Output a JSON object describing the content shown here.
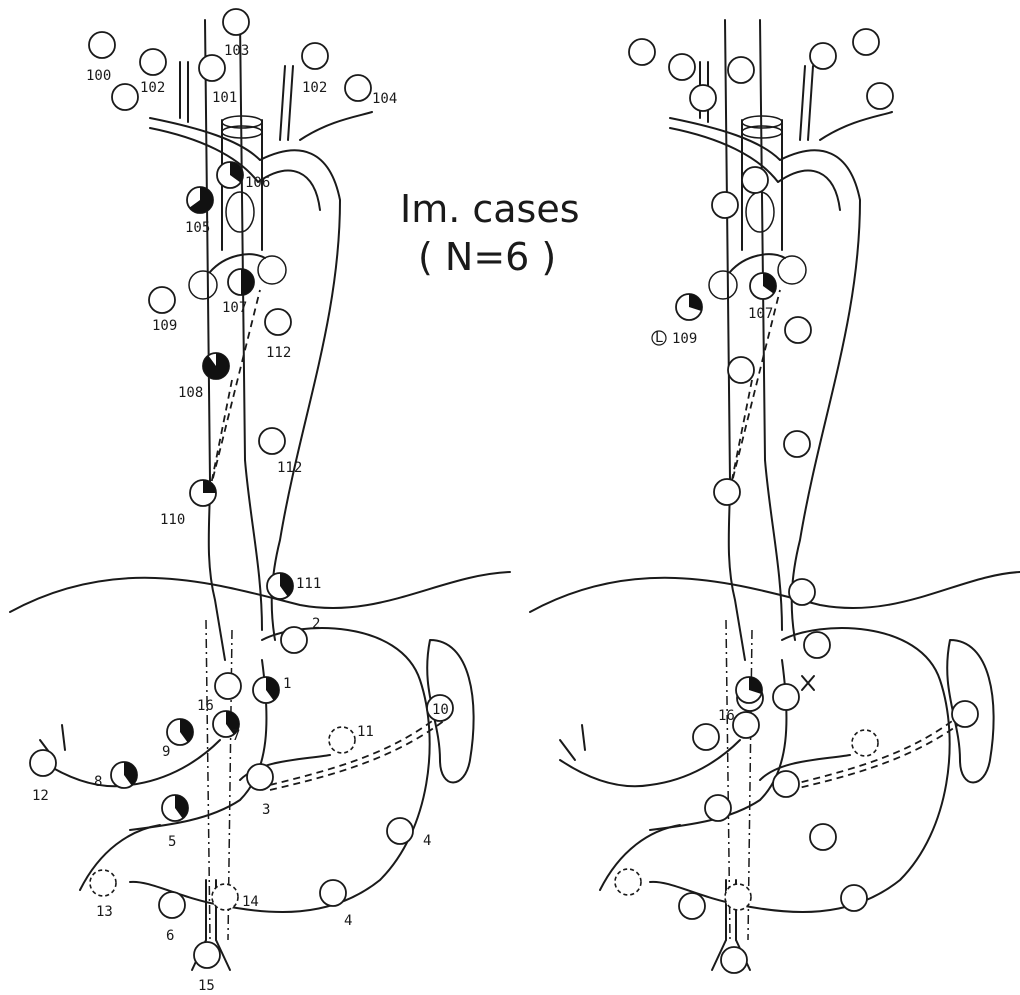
{
  "title_line1": "Im. cases",
  "title_line2": "( N=6 )",
  "left_diagram": {
    "nodes": [
      {
        "id": "100a",
        "label": "100",
        "metastasis": 0
      },
      {
        "id": "100b",
        "label": "100",
        "metastasis": 0
      },
      {
        "id": "102a",
        "label": "102",
        "metastasis": 0
      },
      {
        "id": "102b",
        "label": "102",
        "metastasis": 0
      },
      {
        "id": "103",
        "label": "103",
        "metastasis": 0
      },
      {
        "id": "101",
        "label": "101",
        "metastasis": 0
      },
      {
        "id": "104",
        "label": "104",
        "metastasis": 0
      },
      {
        "id": "106",
        "label": "106",
        "metastasis": 0.35
      },
      {
        "id": "105",
        "label": "105",
        "metastasis": 0.65
      },
      {
        "id": "107",
        "label": "107",
        "metastasis": 0.5
      },
      {
        "id": "109",
        "label": "109",
        "metastasis": 0
      },
      {
        "id": "112a",
        "label": "112",
        "metastasis": 0
      },
      {
        "id": "108",
        "label": "108",
        "metastasis": 0.9
      },
      {
        "id": "112b",
        "label": "112",
        "metastasis": 0
      },
      {
        "id": "110",
        "label": "110",
        "metastasis": 0.25
      },
      {
        "id": "111",
        "label": "111",
        "metastasis": 0.4
      },
      {
        "id": "2",
        "label": "2",
        "metastasis": 0
      },
      {
        "id": "1",
        "label": "1",
        "metastasis": 0.4
      },
      {
        "id": "16",
        "label": "16",
        "metastasis": 0
      },
      {
        "id": "7",
        "label": "7",
        "metastasis": 0.4
      },
      {
        "id": "9",
        "label": "9",
        "metastasis": 0.4
      },
      {
        "id": "10",
        "label": "10",
        "metastasis": 0
      },
      {
        "id": "11",
        "label": "11",
        "metastasis": 0
      },
      {
        "id": "8",
        "label": "8",
        "metastasis": 0.4
      },
      {
        "id": "12",
        "label": "12",
        "metastasis": 0
      },
      {
        "id": "3",
        "label": "3",
        "metastasis": 0
      },
      {
        "id": "5",
        "label": "5",
        "metastasis": 0.4
      },
      {
        "id": "4a",
        "label": "4",
        "metastasis": 0
      },
      {
        "id": "4b",
        "label": "4",
        "metastasis": 0
      },
      {
        "id": "13",
        "label": "13",
        "metastasis": 0
      },
      {
        "id": "14",
        "label": "14",
        "metastasis": 0
      },
      {
        "id": "6",
        "label": "6",
        "metastasis": 0
      },
      {
        "id": "15",
        "label": "15",
        "metastasis": 0
      }
    ]
  },
  "right_diagram": {
    "labels": [
      "107",
      "109",
      "16"
    ],
    "marker": "L",
    "nodes": [
      {
        "id": "107",
        "metastasis": 0.35
      },
      {
        "id": "109",
        "metastasis": 0.3
      },
      {
        "id": "16",
        "metastasis": 0.3
      }
    ]
  }
}
